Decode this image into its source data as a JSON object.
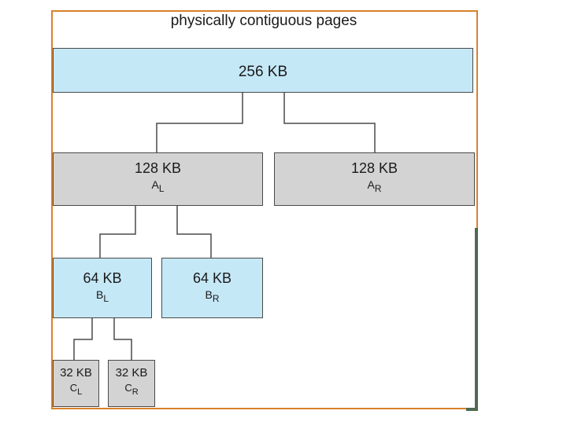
{
  "title": "physically contiguous pages",
  "blocks": {
    "root": {
      "size": "256 KB"
    },
    "al": {
      "size": "128 KB",
      "letter": "A",
      "sub": "L"
    },
    "ar": {
      "size": "128 KB",
      "letter": "A",
      "sub": "R"
    },
    "bl": {
      "size": "64 KB",
      "letter": "B",
      "sub": "L"
    },
    "br": {
      "size": "64 KB",
      "letter": "B",
      "sub": "R"
    },
    "cl": {
      "size": "32 KB",
      "letter": "C",
      "sub": "L"
    },
    "cr": {
      "size": "32 KB",
      "letter": "C",
      "sub": "R"
    }
  },
  "colors": {
    "frame": "#d9822b",
    "allocated_fill": "#c5e8f7",
    "split_fill": "#d3d3d3",
    "line": "#4a4a4a"
  }
}
